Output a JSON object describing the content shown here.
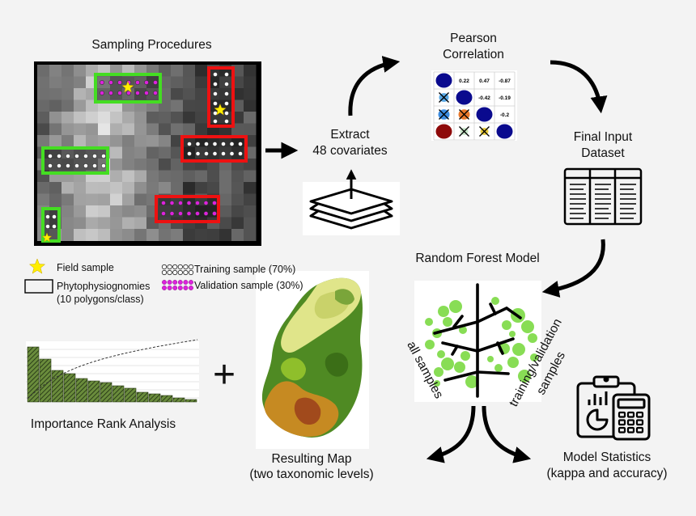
{
  "sampling": {
    "title": "Sampling Procedures",
    "legend": {
      "field_sample": "Field sample",
      "phyto_line1": "Phytophysiognomies",
      "phyto_line2": "(10 polygons/class)",
      "training": "Training sample (70%)",
      "validation": "Validation sample (30%)"
    }
  },
  "extract": {
    "line1": "Extract",
    "line2": "48 covariates"
  },
  "pearson": {
    "line1": "Pearson",
    "line2": "Correlation",
    "values": [
      "0.22",
      "0.47",
      "-0.87",
      "-0.42",
      "-0.19",
      "-0.2"
    ]
  },
  "final_input": {
    "line1": "Final Input",
    "line2": "Dataset"
  },
  "random_forest": {
    "title": "Random Forest Model",
    "left_label": "all samples",
    "right_label_line1": "training/validation",
    "right_label_line2": "samples"
  },
  "importance": {
    "title": "Importance Rank Analysis",
    "plus": "+"
  },
  "resulting_map": {
    "line1": "Resulting Map",
    "line2": "(two taxonomic levels)"
  },
  "model_stats": {
    "line1": "Model Statistics",
    "line2": "(kappa and accuracy)"
  },
  "colors": {
    "background": "#f3f3f3",
    "green_polygon": "#44dd22",
    "red_polygon": "#ee1111",
    "training_point": "#ffffff",
    "validation_point": "#dd22dd",
    "field_star": "#ffee00",
    "tree_leaf": "#88dd55",
    "bar_fill": "#6a8c3c"
  }
}
